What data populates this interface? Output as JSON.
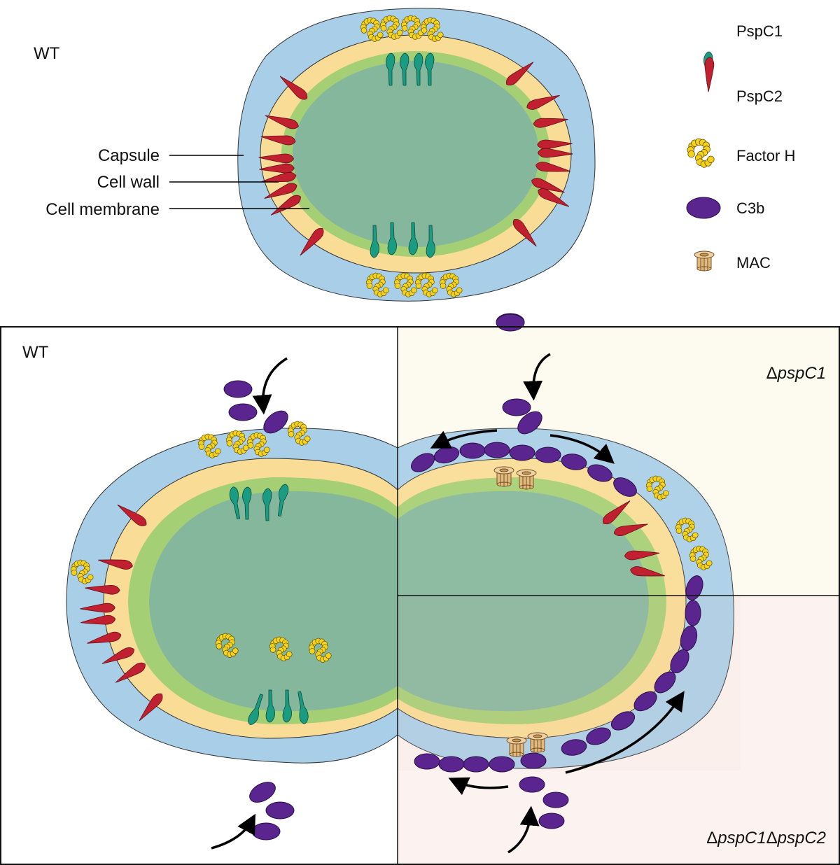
{
  "top_panel": {
    "strain_label": "WT",
    "layer_labels": {
      "capsule": "Capsule",
      "cell_wall": "Cell wall",
      "cell_membrane": "Cell membrane"
    }
  },
  "legend": {
    "items": [
      {
        "label": "PspC1",
        "icon": "pspc1-icon",
        "color": "#1a9c82"
      },
      {
        "label": "PspC2",
        "icon": "pspc2-icon",
        "color": "#c0202f"
      },
      {
        "label": "Factor H",
        "icon": "factor-h-icon",
        "color": "#f5d21c"
      },
      {
        "label": "C3b",
        "icon": "c3b-icon",
        "color": "#5b2590"
      },
      {
        "label": "MAC",
        "icon": "mac-icon",
        "color": "#e2b97c"
      }
    ]
  },
  "bottom_panel": {
    "wt_label": "WT",
    "mutant1_prefix": "Δ",
    "mutant1_gene": "pspC1",
    "mutant2_prefix1": "Δ",
    "mutant2_gene1": "pspC1",
    "mutant2_prefix2": "Δ",
    "mutant2_gene2": "pspC2"
  },
  "colors": {
    "capsule": "#a9cfe8",
    "cell_wall": "#f9dc95",
    "membrane": "#a5cf74",
    "cytoplasm": "#85b79c",
    "pspc1": "#1a9c82",
    "pspc2": "#c0202f",
    "factor_h": "#f5d21c",
    "c3b": "#5b2590",
    "mac": "#e2b97c",
    "mutant1_bg": "#fdfbef",
    "mutant2_bg": "#fcf3f1"
  }
}
